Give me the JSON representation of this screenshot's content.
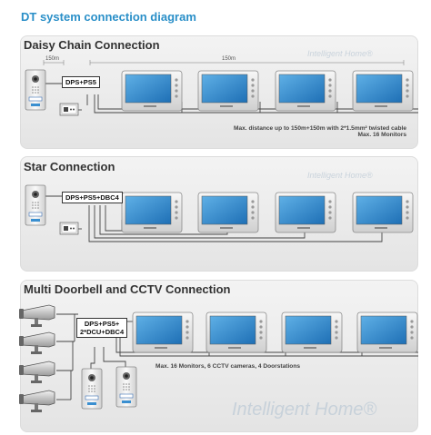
{
  "title": "DT system connection diagram",
  "panels": {
    "daisy": {
      "title": "Daisy Chain Connection",
      "box": "DPS+PS5",
      "dist_short": "150m",
      "dist_long": "150m",
      "note_line1": "Max. distance up to 150m+150m with 2*1.5mm² twisted cable",
      "note_line2": "Max. 16 Monitors"
    },
    "star": {
      "title": "Star Connection",
      "box": "DPS+PS5+DBC4"
    },
    "multi": {
      "title": "Multi Doorbell and CCTV Connection",
      "box_line1": "DPS+PS5+",
      "box_line2": "2*DCU+DBC4",
      "note": "Max. 16 Monitors, 6 CCTV cameras, 4 Doorstations"
    }
  },
  "watermark": "Intelligent Home",
  "watermark_mark": "®",
  "colors": {
    "title": "#2a8fc8",
    "screen": "#3a8fd0",
    "panel": "#ebebeb"
  }
}
